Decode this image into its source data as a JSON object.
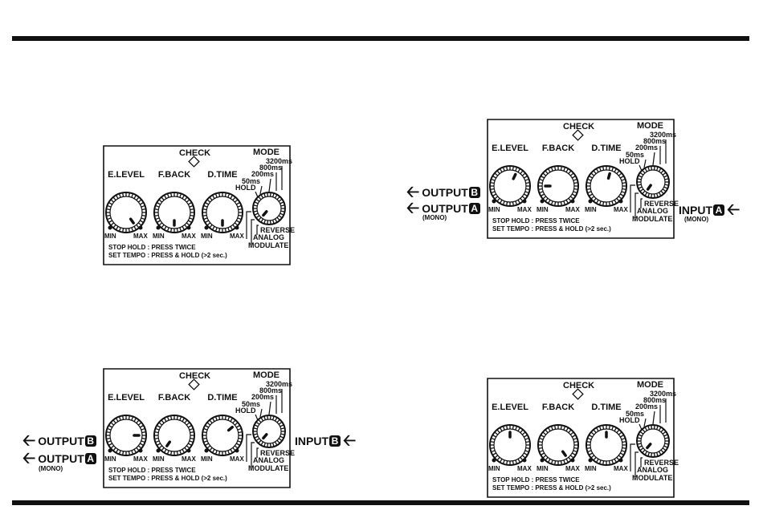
{
  "panel_labels": {
    "check": "CHECK",
    "mode": "MODE",
    "knobs": [
      "E.LEVEL",
      "F.BACK",
      "D.TIME"
    ],
    "min": "MIN",
    "max": "MAX",
    "mode_times": [
      "3200ms",
      "800ms",
      "200ms",
      "50ms",
      "HOLD"
    ],
    "mode_modes": [
      "REVERSE",
      "ANALOG",
      "MODULATE"
    ],
    "stop_hold": "STOP HOLD : PRESS TWICE",
    "set_tempo": "SET TEMPO : PRESS & HOLD (>2 sec.)"
  },
  "jacks": {
    "output_b": "OUTPUT",
    "output_b_letter": "B",
    "output_a": "OUTPUT",
    "output_a_letter": "A",
    "input_a": "INPUT",
    "input_a_letter": "A",
    "input_b": "INPUT",
    "input_b_letter": "B",
    "mono": "(MONO)"
  },
  "panels": [
    {
      "id": "top-left",
      "knob_angles": [
        145,
        180,
        180
      ],
      "mode_angle": 220
    },
    {
      "id": "top-right",
      "knob_angles": [
        25,
        270,
        15
      ],
      "mode_angle": 215
    },
    {
      "id": "bottom-left",
      "knob_angles": [
        90,
        215,
        50
      ],
      "mode_angle": 220
    },
    {
      "id": "bottom-right",
      "knob_angles": [
        0,
        145,
        0
      ],
      "mode_angle": 220
    }
  ],
  "colors": {
    "ink": "#111111",
    "paper": "#ffffff"
  }
}
